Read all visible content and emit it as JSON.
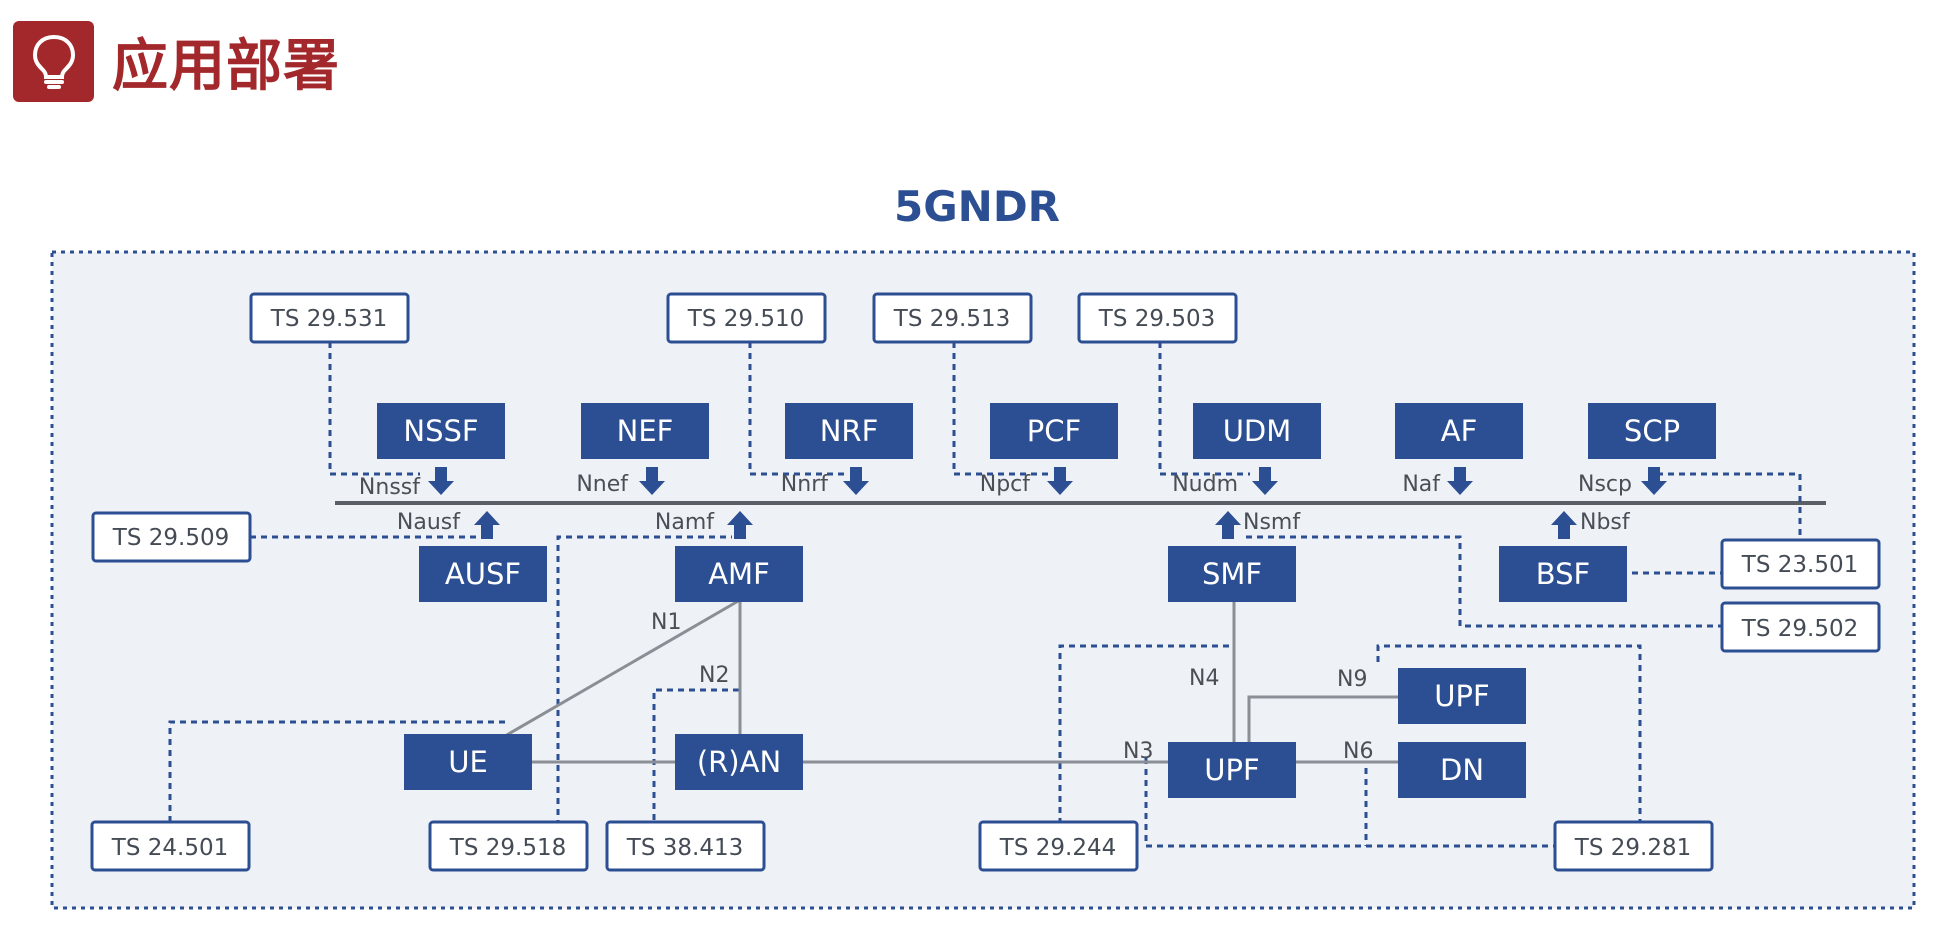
{
  "header": {
    "title": "应用部署",
    "icon": "lightbulb-icon"
  },
  "diagram": {
    "title": "5GNDR",
    "colors": {
      "nf_box": "#2c4f93",
      "accent": "#a3282b",
      "panel_bg": "#eef1f6",
      "dash": "#2c4f93",
      "line": "#8a8f96"
    },
    "network_functions": {
      "nssf": "NSSF",
      "nef": "NEF",
      "nrf": "NRF",
      "pcf": "PCF",
      "udm": "UDM",
      "af": "AF",
      "scp": "SCP",
      "ausf": "AUSF",
      "amf": "AMF",
      "smf": "SMF",
      "bsf": "BSF",
      "ue": "UE",
      "ran": "(R)AN",
      "upf_main": "UPF",
      "upf_2": "UPF",
      "dn": "DN"
    },
    "service_interfaces": {
      "nnssf": "Nnssf",
      "nnef": "Nnef",
      "nnrf": "Nnrf",
      "npcf": "Npcf",
      "nudm": "Nudm",
      "naf": "Naf",
      "nscp": "Nscp",
      "nausf": "Nausf",
      "namf": "Namf",
      "nsmf": "Nsmf",
      "nbsf": "Nbsf"
    },
    "reference_points": {
      "n1": "N1",
      "n2": "N2",
      "n3": "N3",
      "n4": "N4",
      "n6": "N6",
      "n9": "N9"
    },
    "specs": {
      "ts29531": "TS 29.531",
      "ts29510": "TS 29.510",
      "ts29513": "TS 29.513",
      "ts29503": "TS 29.503",
      "ts29509": "TS 29.509",
      "ts23501": "TS 23.501",
      "ts29502": "TS 29.502",
      "ts24501": "TS 24.501",
      "ts29518": "TS 29.518",
      "ts38413": "TS 38.413",
      "ts29244": "TS 29.244",
      "ts29281": "TS 29.281"
    }
  }
}
